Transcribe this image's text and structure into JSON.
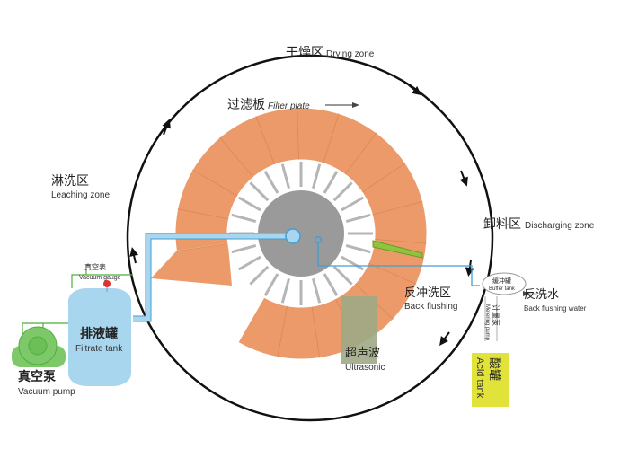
{
  "labels": {
    "drying_zone": {
      "zh": "干燥区",
      "en": "Drying zone"
    },
    "filter_plate": {
      "zh": "过滤板",
      "en": "Filter plate"
    },
    "leaching_zone": {
      "zh": "淋洗区",
      "en": "Leaching zone"
    },
    "discharging_zone": {
      "zh": "卸料区",
      "en": "Discharging zone"
    },
    "back_flushing_zone": {
      "zh": "反冲洗区",
      "en": "Back flushing"
    },
    "ultrasonic": {
      "zh": "超声波",
      "en": "Ultrasonic"
    },
    "filtrate_tank": {
      "zh": "排液罐",
      "en": "Filtrate tank"
    },
    "vacuum_pump": {
      "zh": "真空泵",
      "en": "Vacuum pump"
    },
    "vacuum_gauge": {
      "zh": "真空表",
      "en": "Vacuum gauge"
    },
    "buffer_tank": {
      "zh": "缓冲罐",
      "en": "Buffer tank"
    },
    "back_flushing_water": {
      "zh": "反洗水",
      "en": "Back flushing water"
    },
    "metering_pump": {
      "zh": "计量泵",
      "en": "Metering pump"
    },
    "acid_tank": {
      "zh": "酸罐",
      "en": "Acid tank"
    }
  },
  "colors": {
    "filter_plate": "#ec9a6a",
    "hub": "#9a9a9a",
    "pipe": "#a9d6ef",
    "pipe_stroke": "#3f9fd6",
    "tank": "#a9d6ef",
    "pump": "#7dc96a",
    "green_line": "#4fae3c",
    "scraper": "#8fc43d",
    "acid_tank": "#e2e33a",
    "ultrasonic": "#9eaa86",
    "loop": "#111111"
  }
}
